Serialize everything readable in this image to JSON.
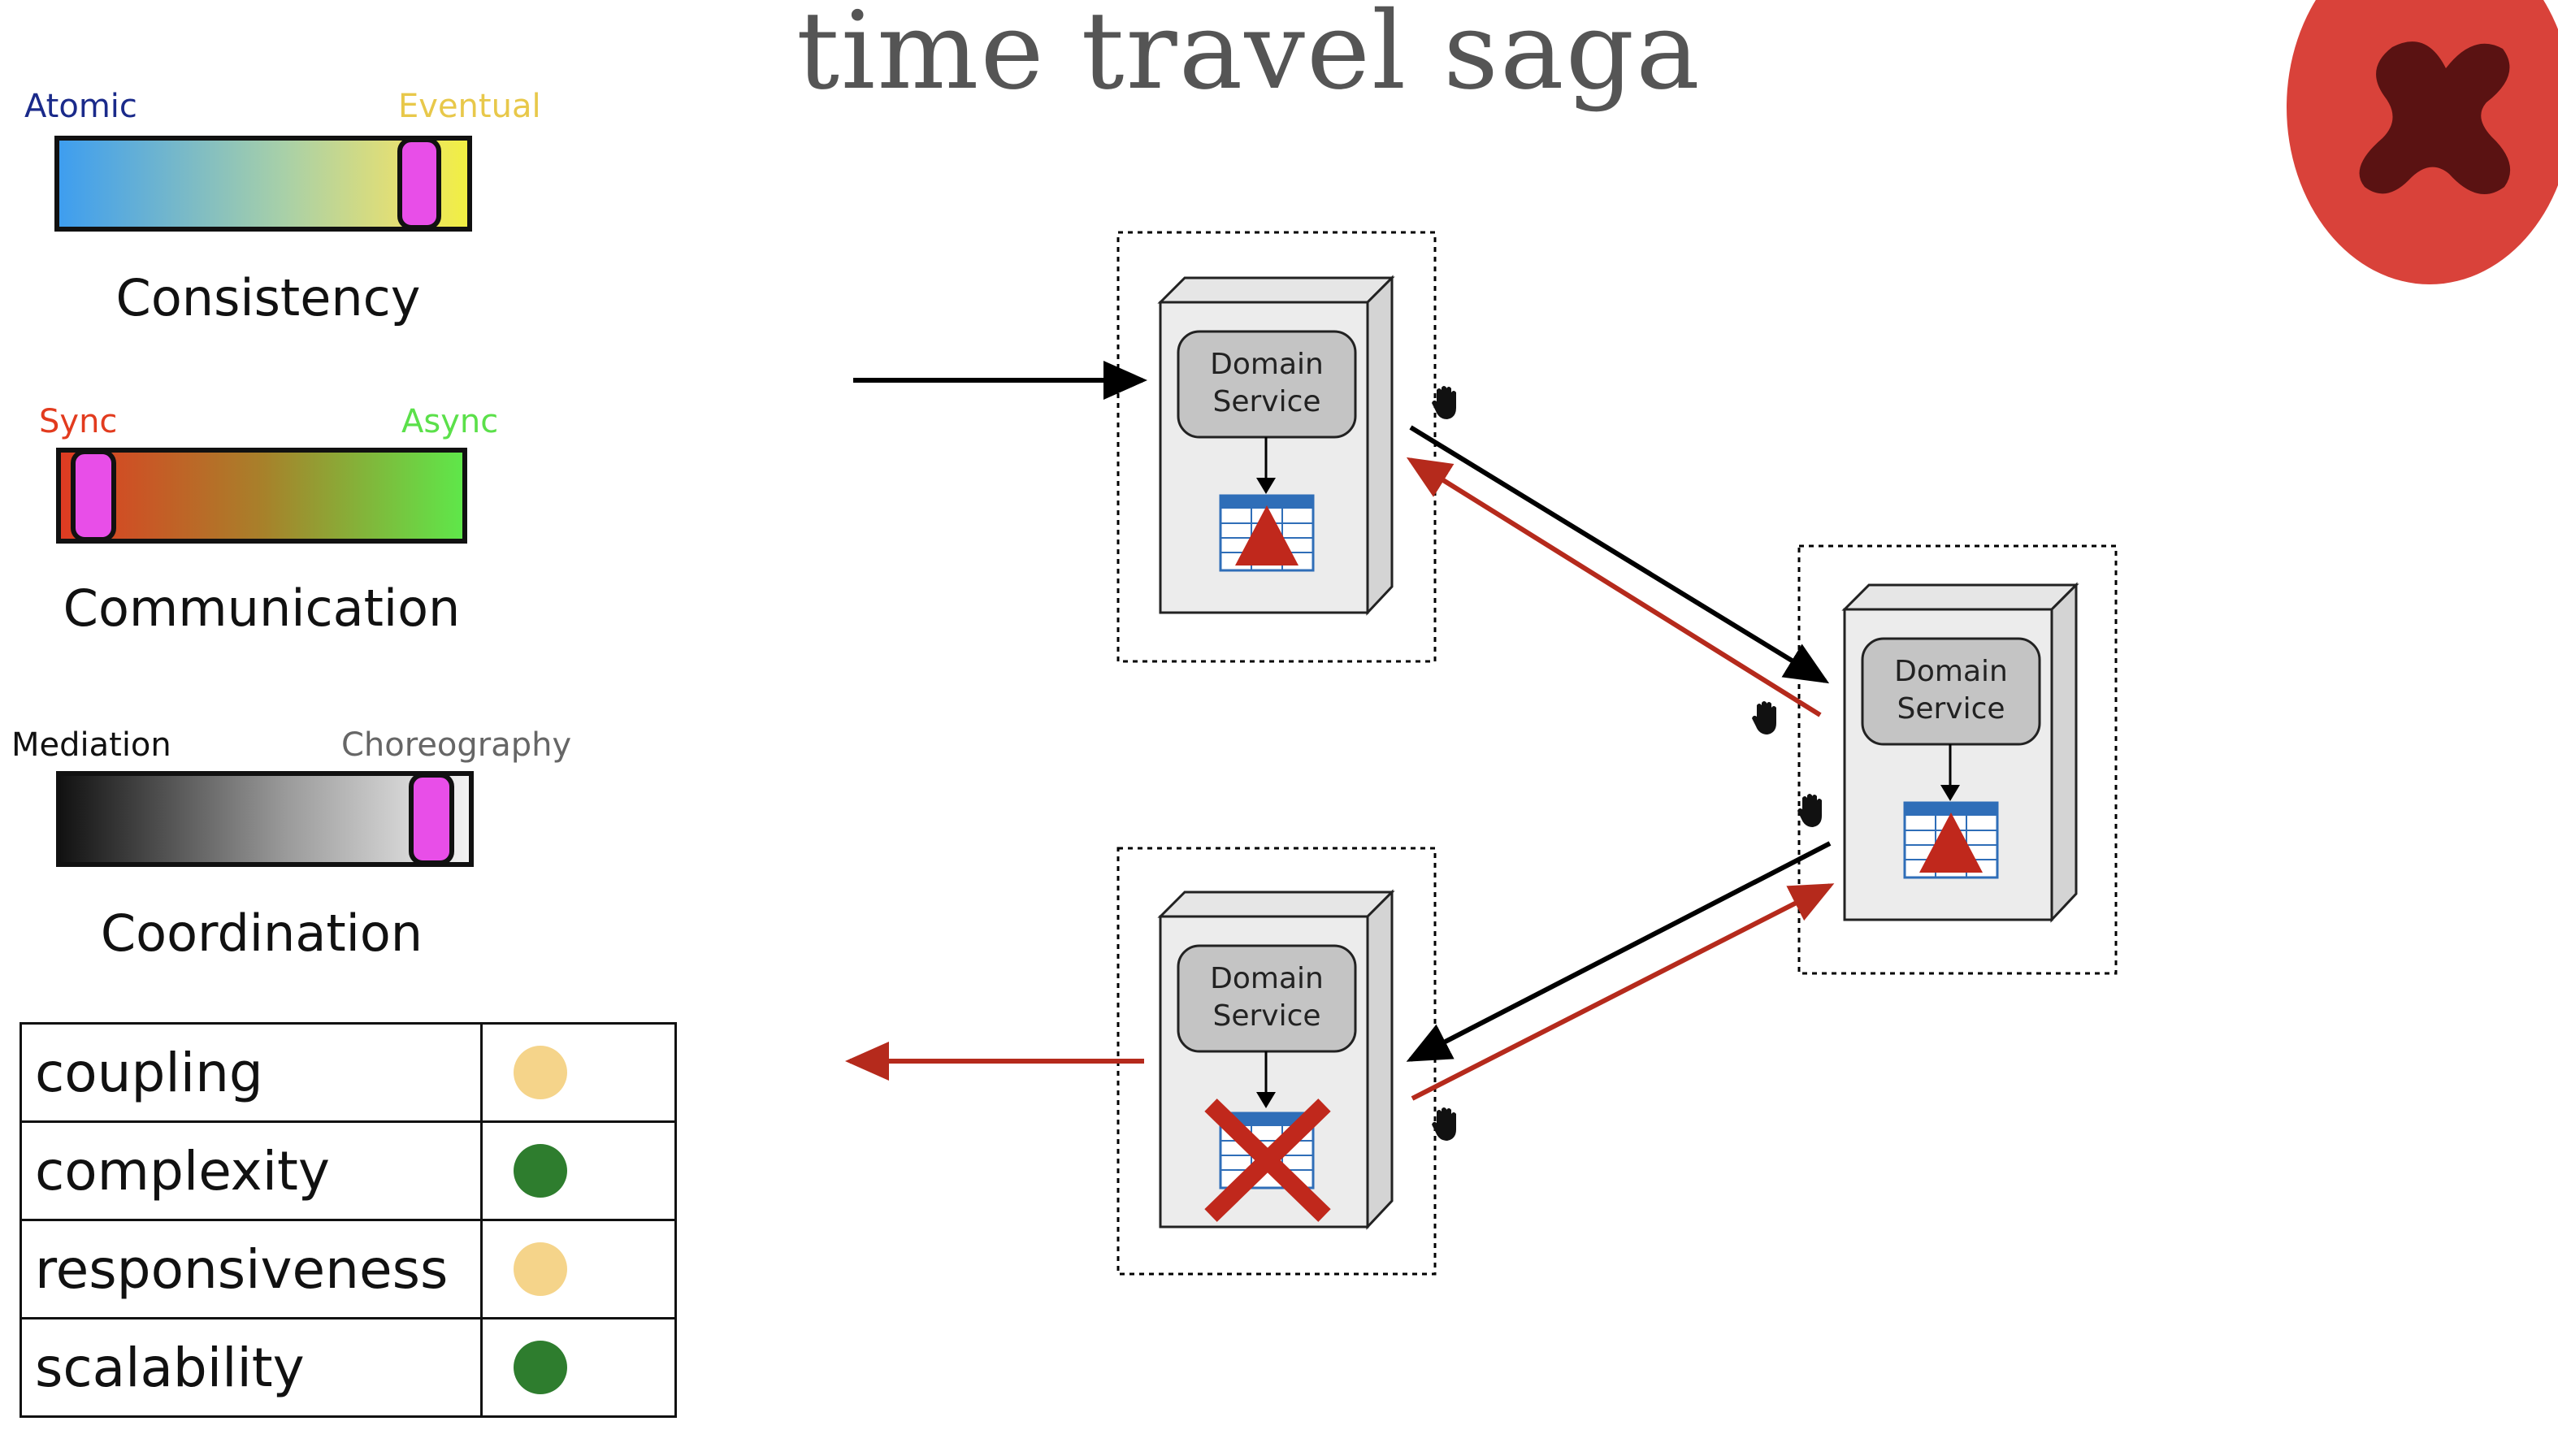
{
  "title": "time travel saga",
  "sliders": [
    {
      "left_label": "Atomic",
      "right_label": "Eventual",
      "caption": "Consistency",
      "left_color": "#1a2a8a",
      "right_color": "#e8c84a",
      "position": 0.88
    },
    {
      "left_label": "Sync",
      "right_label": "Async",
      "caption": "Communication",
      "left_color": "#e23b1e",
      "right_color": "#5be04a",
      "position": 0.09
    },
    {
      "left_label": "Mediation",
      "right_label": "Choreography",
      "caption": "Coordination",
      "left_color": "#111111",
      "right_color": "#666666",
      "position": 0.91
    }
  ],
  "metrics": [
    {
      "name": "coupling",
      "color": "#f5d48a"
    },
    {
      "name": "complexity",
      "color": "#2e7d2e"
    },
    {
      "name": "responsiveness",
      "color": "#f5d48a"
    },
    {
      "name": "scalability",
      "color": "#2e7d2e"
    }
  ],
  "diagram": {
    "service_label_line1": "Domain",
    "service_label_line2": "Service",
    "services": [
      {
        "id": "top",
        "db_state": "updated"
      },
      {
        "id": "right",
        "db_state": "updated"
      },
      {
        "id": "bottom",
        "db_state": "failed"
      }
    ],
    "request_color": "#000000",
    "compensation_color": "#b52a1c"
  },
  "badge": {
    "icon": "x-icon",
    "color": "#d9423a",
    "mark_color": "#5a1212"
  }
}
